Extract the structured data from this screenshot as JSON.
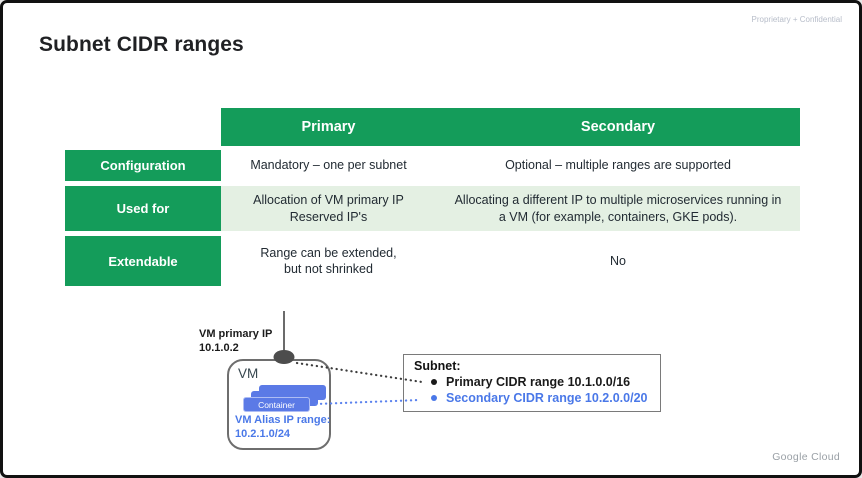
{
  "header": {
    "confidential": "Proprietary + Confidential",
    "title": "Subnet CIDR ranges"
  },
  "table": {
    "columns": [
      "Primary",
      "Secondary"
    ],
    "rows": [
      {
        "label": "Configuration",
        "primary": "Mandatory – one per subnet",
        "secondary": "Optional – multiple ranges are supported"
      },
      {
        "label": "Used for",
        "primary": "Allocation of VM primary IP\nReserved IP's",
        "secondary": "Allocating a different IP to multiple microservices running in a VM (for example, containers, GKE pods)."
      },
      {
        "label": "Extendable",
        "primary": "Range can be extended,\nbut not shrinked",
        "secondary": "No"
      }
    ]
  },
  "diagram": {
    "vm_primary_ip_label": "VM primary IP",
    "vm_primary_ip_value": "10.1.0.2",
    "vm_label": "VM",
    "container_label": "Container",
    "alias_label": "VM Alias IP range:",
    "alias_value": "10.2.1.0/24",
    "subnet": {
      "title": "Subnet:",
      "primary_item": "Primary CIDR range 10.1.0.0/16",
      "secondary_item": "Secondary CIDR range 10.2.0.0/20"
    }
  },
  "footer": {
    "brand": "Google Cloud"
  },
  "colors": {
    "table_green": "#149C5A",
    "table_light_green": "#E4F0E3",
    "diagram_blue": "#4A78E8",
    "container_blue": "#5B7AE6",
    "network_dot_gray": "#4d4d4d"
  }
}
